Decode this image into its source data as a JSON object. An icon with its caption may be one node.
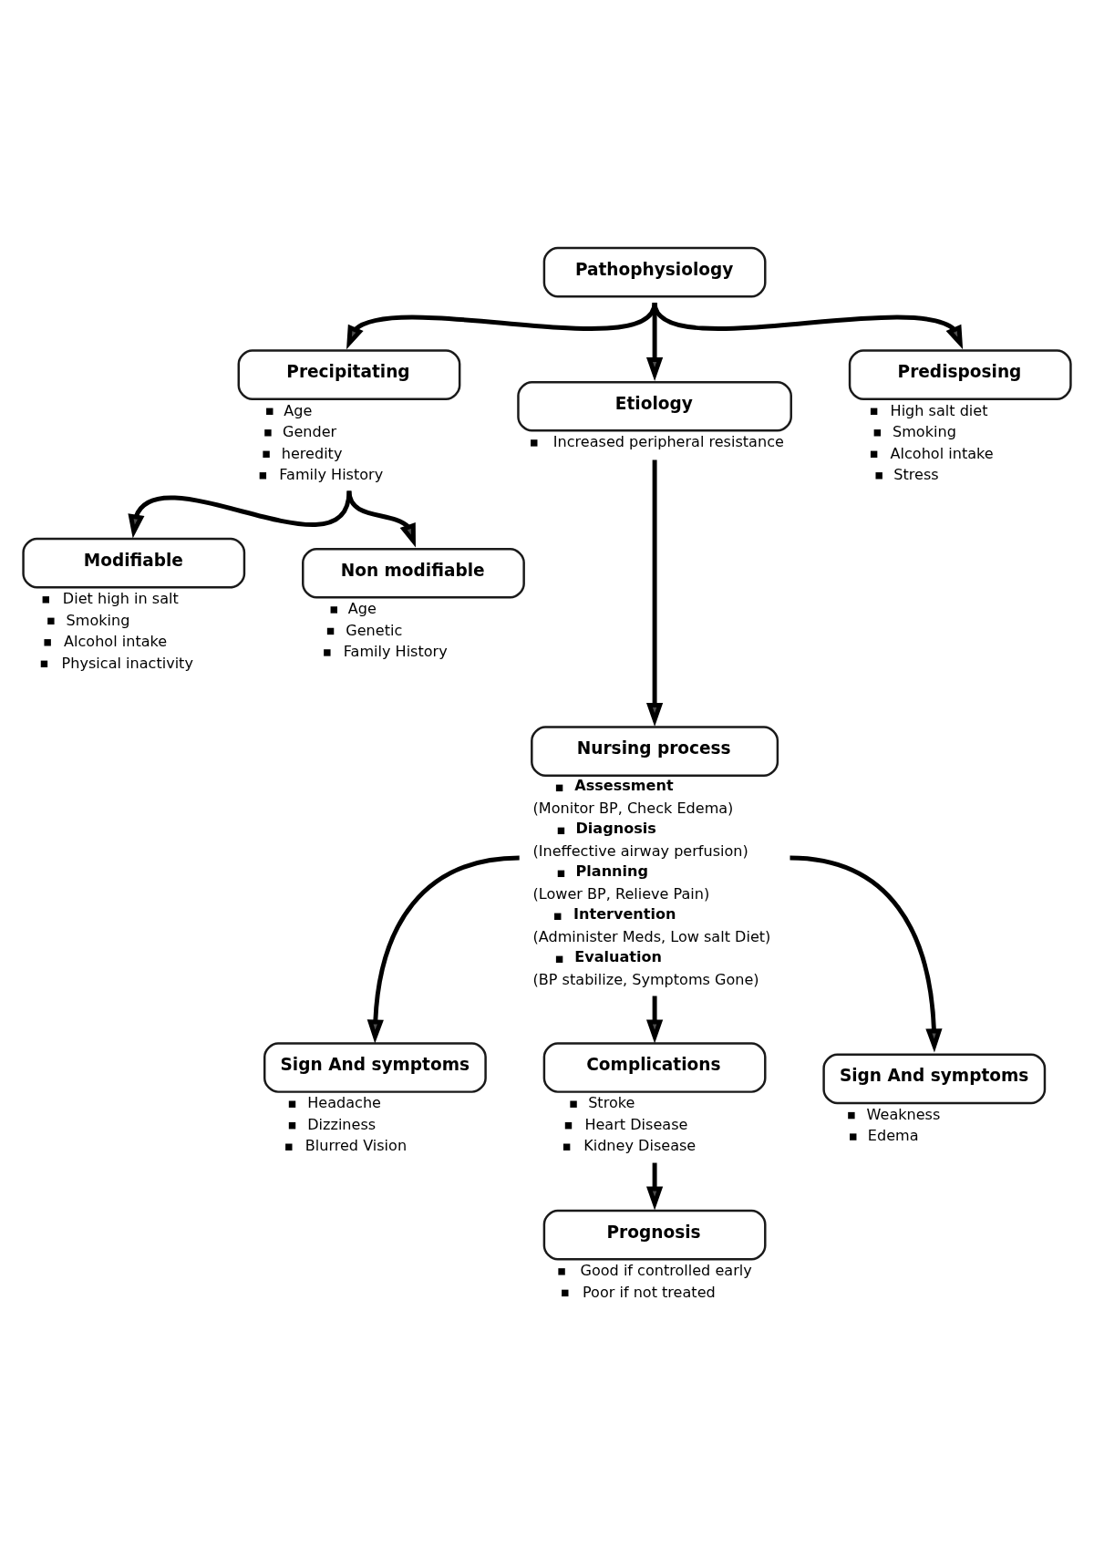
{
  "diagram": {
    "nodes": [
      {
        "text": [
          "Pathophysiology"
        ]
      },
      {
        "text": [
          "Precipitating",
          "Age",
          "Gender",
          "heredity",
          "Family History"
        ]
      },
      {
        "text": [
          "Etiology",
          "Increased peripheral resistance"
        ]
      },
      {
        "text": [
          "Predisposing",
          "High salt diet",
          "Smoking",
          "Alcohol intake",
          "Stress"
        ]
      },
      {
        "text": [
          "Modifiable",
          "Diet high in salt",
          "Smoking",
          "Alcohol intake",
          "Physical inactivity"
        ]
      },
      {
        "text": [
          "Non modifiable",
          "Age",
          "Genetic",
          "Family History"
        ]
      },
      {
        "text": [
          "Nursing process",
          "Assessment",
          "(Monitor BP, Check Edema)",
          "Diagnosis",
          "(Ineffective airway perfusion)",
          "Planning",
          "(Lower BP, Relieve Pain)",
          "Intervention",
          "(Administer Meds, Low salt Diet)",
          "Evaluation",
          "(BP stabilize, Symptoms Gone)"
        ]
      },
      {
        "text": [
          "Sign And symptoms",
          "Headache",
          "Dizziness",
          "Blurred Vision"
        ]
      },
      {
        "text": [
          "Sign And symptoms",
          "Weakness",
          "Edema"
        ]
      },
      {
        "text": [
          "Complications",
          "Stroke",
          "Heart Disease",
          "Kidney Disease"
        ]
      },
      {
        "text": [
          "Prognosis",
          "Good if controlled early",
          "Poor if not treated"
        ]
      }
    ],
    "edges": [
      {
        "from": 0,
        "to": 1,
        "arrow": "to"
      },
      {
        "from": 0,
        "to": 2,
        "arrow": "to"
      },
      {
        "from": 0,
        "to": 3,
        "arrow": "to"
      },
      {
        "from": 1,
        "to": 4,
        "arrow": "to"
      },
      {
        "from": 1,
        "to": 5,
        "arrow": "to"
      },
      {
        "from": 2,
        "to": 6,
        "arrow": "to"
      },
      {
        "from": 6,
        "to": 7,
        "arrow": "to"
      },
      {
        "from": 6,
        "to": 8,
        "arrow": "to"
      },
      {
        "from": 6,
        "to": 9,
        "arrow": "to"
      },
      {
        "from": 9,
        "to": 10,
        "arrow": "to"
      }
    ]
  }
}
